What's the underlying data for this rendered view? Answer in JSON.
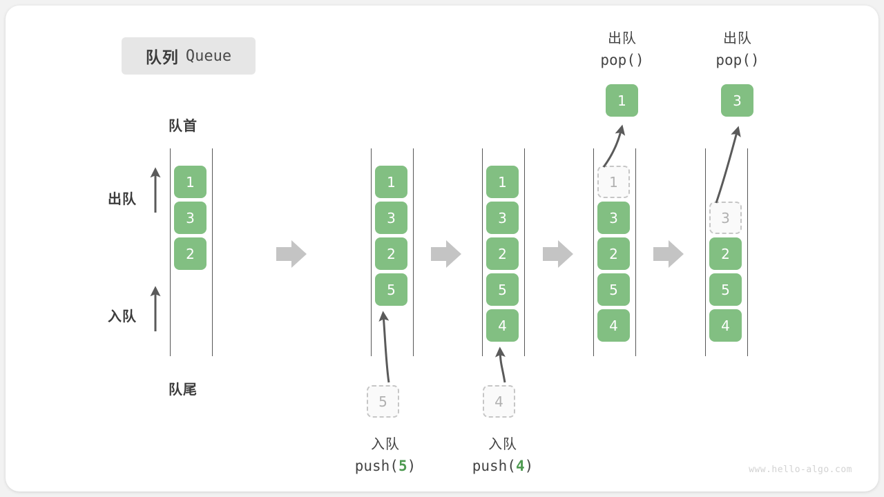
{
  "title": {
    "cn": "队列",
    "en": "Queue"
  },
  "labels": {
    "head": "队首",
    "tail": "队尾",
    "dequeue": "出队",
    "enqueue": "入队"
  },
  "watermark": "www.hello-algo.com",
  "colors": {
    "cell_fill": "#82bf82",
    "cell_text": "#ffffff",
    "ghost_fill": "#fafafa",
    "ghost_border": "#c6c6c6",
    "ghost_text": "#b0b0b0",
    "rail": "#555555",
    "arrow_gray": "#c4c4c4",
    "arrow_dark": "#5a5a5a",
    "badge_bg": "#e6e6e6",
    "accent_number": "#4e9a51",
    "canvas_bg": "#ffffff",
    "page_bg": "#f2f2f2"
  },
  "steps": [
    {
      "id": "initial",
      "cells": [
        "1",
        "3",
        "2"
      ],
      "ghost": null,
      "caption_top": null,
      "caption_bottom": null,
      "popped": null
    },
    {
      "id": "push-5",
      "cells": [
        "1",
        "3",
        "2",
        "5"
      ],
      "ghost": "5",
      "caption_top": null,
      "caption_bottom": {
        "cn": "入队",
        "code": "push(",
        "arg": "5",
        "code_end": ")"
      },
      "popped": null
    },
    {
      "id": "push-4",
      "cells": [
        "1",
        "3",
        "2",
        "5",
        "4"
      ],
      "ghost": "4",
      "caption_top": null,
      "caption_bottom": {
        "cn": "入队",
        "code": "push(",
        "arg": "4",
        "code_end": ")"
      },
      "popped": null
    },
    {
      "id": "pop-1",
      "cells": [
        "3",
        "2",
        "5",
        "4"
      ],
      "ghost_in_rail": "1",
      "caption_top": {
        "cn": "出队",
        "code": "pop()"
      },
      "popped": "1"
    },
    {
      "id": "pop-3",
      "cells": [
        "2",
        "5",
        "4"
      ],
      "ghost_in_rail": "3",
      "caption_top": {
        "cn": "出队",
        "code": "pop()"
      },
      "popped": "3"
    }
  ],
  "transition_arrows": 4
}
